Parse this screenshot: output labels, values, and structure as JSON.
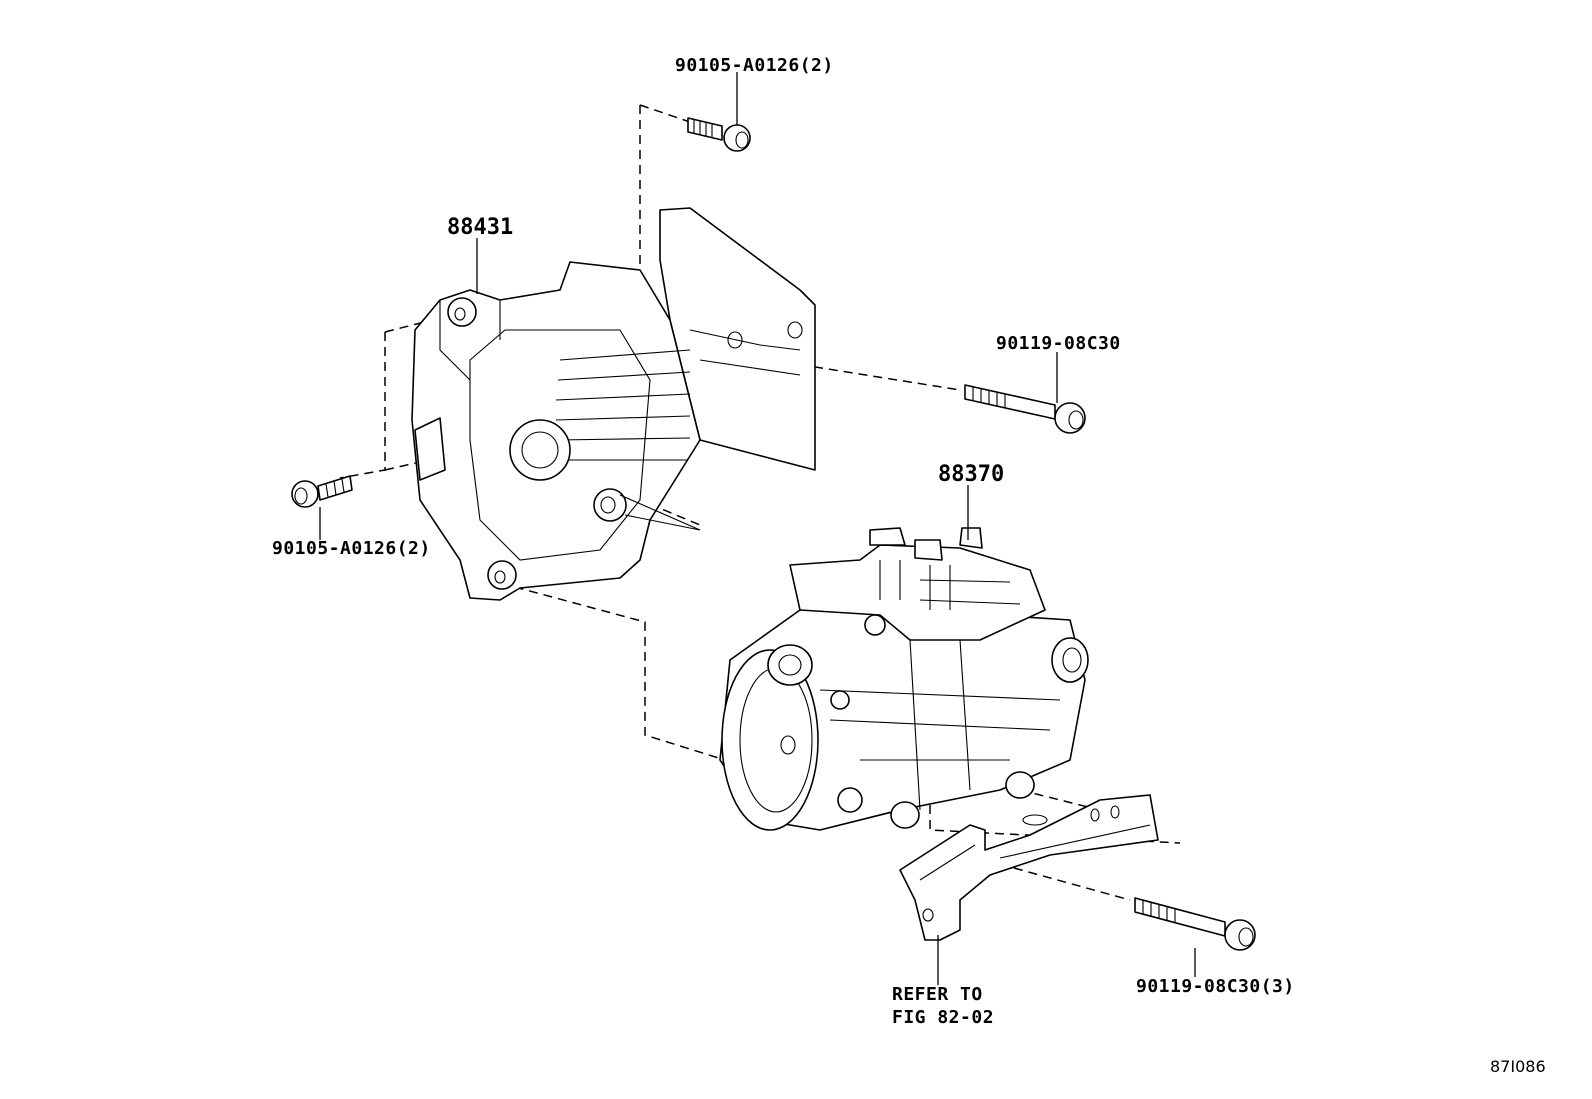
{
  "labels": {
    "bolt_top": "90105-A0126(2)",
    "bracket": "88431",
    "bolt_left": "90105-A0126(2)",
    "bolt_right": "90119-08C30",
    "compressor": "88370",
    "bolt_bottom": "90119-08C30(3)",
    "refer_line1": "REFER TO",
    "refer_line2": "FIG 82-02"
  },
  "figure_id": "87I086"
}
